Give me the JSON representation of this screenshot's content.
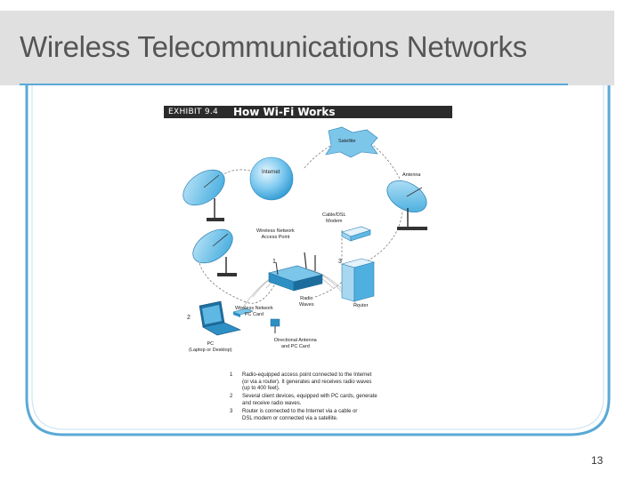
{
  "slide": {
    "title": "Wireless Telecommunications Networks",
    "page_number": "13"
  },
  "figure": {
    "exhibit": "EXHIBIT 9.4",
    "title": "How Wi-Fi Works",
    "labels": {
      "satellite": "Satellite",
      "internet": "Internet",
      "antenna": "Antenna",
      "modem": [
        "Cable/DSL",
        "Modem"
      ],
      "access_point": [
        "Wireless Network",
        "Access Point"
      ],
      "radio_waves": [
        "Radio",
        "Waves"
      ],
      "pc_card": [
        "Wireless Network",
        "PC Card"
      ],
      "router": "Router",
      "directional": [
        "Directional Antenna",
        "and PC Card"
      ],
      "pc": [
        "PC",
        "(Laptop or Desktop)"
      ]
    },
    "markers": [
      "1",
      "2",
      "3"
    ],
    "steps": [
      {
        "number": "1",
        "lines": [
          "Radio-equipped access point connected to the Internet",
          "(or via a router). It generates and receives radio waves",
          "(up to 400 feet)."
        ]
      },
      {
        "number": "2",
        "lines": [
          "Several client devices, equipped with PC cards, generate",
          "and receive radio waves."
        ]
      },
      {
        "number": "3",
        "lines": [
          "Router is connected to the Internet via a cable or",
          "DSL modem or connected via a satellite."
        ]
      }
    ]
  },
  "colors": {
    "accent": "#5aa9d6",
    "title_bar": "#e0e0e0",
    "title_text": "#555555",
    "figure_blue": "#3aa7dc"
  }
}
